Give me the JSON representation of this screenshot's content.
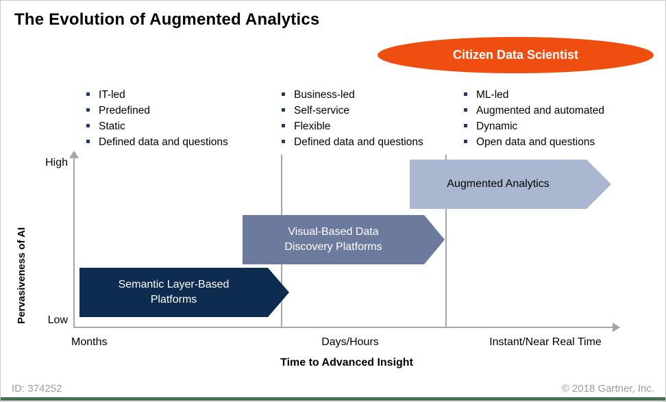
{
  "title": "The Evolution of Augmented Analytics",
  "highlight": {
    "label": "Citizen Data Scientist",
    "color": "#EF4E11"
  },
  "columns": [
    {
      "items": [
        "IT-led",
        "Predefined",
        "Static",
        "Defined data and questions"
      ]
    },
    {
      "items": [
        "Business-led",
        "Self-service",
        "Flexible",
        "Defined data and questions"
      ]
    },
    {
      "items": [
        "ML-led",
        "Augmented and automated",
        "Dynamic",
        "Open data and questions"
      ]
    }
  ],
  "chart": {
    "y_axis": {
      "label": "Pervasiveness of AI",
      "high": "High",
      "low": "Low"
    },
    "x_axis": {
      "label": "Time to Advanced Insight",
      "ticks": [
        "Months",
        "Days/Hours",
        "Instant/Near Real Time"
      ]
    },
    "axis_color": "#A6A6A6",
    "stages": [
      {
        "label": "Semantic Layer-Based Platforms",
        "color": "#0E2B50",
        "text_color": "#FFFFFF"
      },
      {
        "label": "Visual-Based Data Discovery Platforms",
        "color": "#6B7A9D",
        "text_color": "#FFFFFF"
      },
      {
        "label": "Augmented Analytics",
        "color": "#A9B8D0",
        "text_color": "#000000"
      }
    ]
  },
  "footer": {
    "id": "ID: 374252",
    "copyright": "© 2018 Gartner, Inc.",
    "bar_color": "#45714E"
  }
}
